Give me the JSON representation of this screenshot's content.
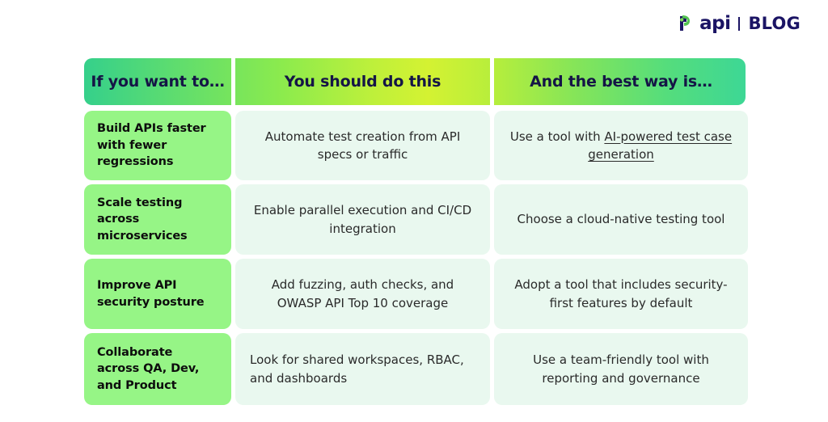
{
  "brand": {
    "logo_mark_icon": "qapi-leaf-icon",
    "wordmark": "api",
    "divider": "|",
    "section": "BLOG",
    "navy": "#1b1464",
    "green": "#54c451"
  },
  "table": {
    "headers": [
      "If you want to…",
      "You should do this",
      "And the best way is…"
    ],
    "header_gradient": {
      "from": "#35d08b",
      "mid": "#d4f232",
      "to": "#3dd795"
    },
    "key_cell_color": "#96f586",
    "body_cell_color": "#e9f8ef",
    "rows": [
      {
        "key": "Build APIs faster with fewer regressions",
        "action": "Automate test creation from API specs or traffic",
        "action_align": "center",
        "best_prefix": "Use a tool with ",
        "best_link": "AI-powered test case generation",
        "best_suffix": ""
      },
      {
        "key": "Scale testing across microservices",
        "action": "Enable parallel execution and CI/CD integration",
        "action_align": "center",
        "best_prefix": "Choose a cloud-native testing tool",
        "best_link": "",
        "best_suffix": ""
      },
      {
        "key": "Improve API security posture",
        "action": "Add fuzzing, auth checks, and OWASP API Top 10 coverage",
        "action_align": "center",
        "best_prefix": "Adopt a tool that includes security-first features by default",
        "best_link": "",
        "best_suffix": ""
      },
      {
        "key": "Collaborate across QA, Dev, and Product",
        "action": "Look for shared workspaces, RBAC, and dashboards",
        "action_align": "left",
        "best_prefix": "Use a team-friendly tool with reporting and governance",
        "best_link": "",
        "best_suffix": ""
      }
    ]
  }
}
